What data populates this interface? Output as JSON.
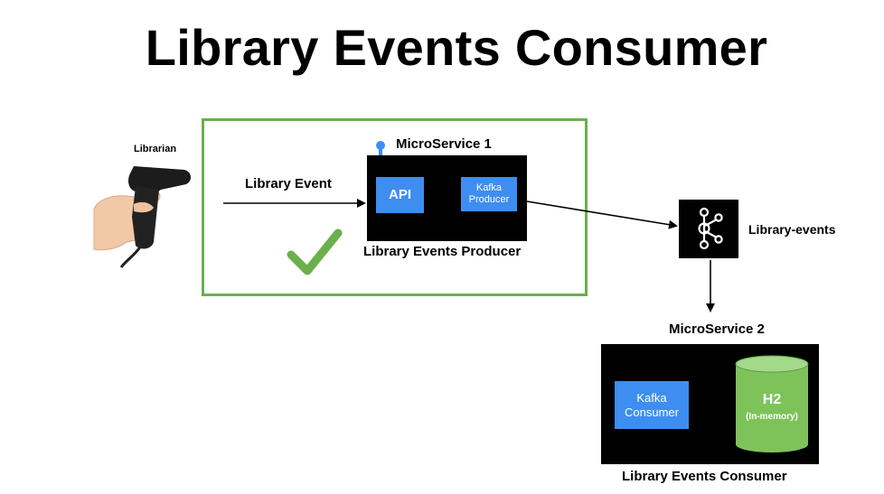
{
  "title": "Library Events Consumer",
  "librarian": {
    "label": "Librarian"
  },
  "event_label": "Library Event",
  "producer": {
    "service_label": "MicroService 1",
    "api_label": "API",
    "kafka_producer_line1": "Kafka",
    "kafka_producer_line2": "Producer",
    "caption": "Library Events Producer"
  },
  "kafka": {
    "topic_label": "Library-events"
  },
  "consumer": {
    "service_label": "MicroService 2",
    "kafka_consumer_line1": "Kafka",
    "kafka_consumer_line2": "Consumer",
    "db_label": "H2",
    "db_sublabel": "(In-memory)",
    "caption": "Library Events Consumer"
  },
  "colors": {
    "green": "#6ab04c",
    "blue": "#3d8ef0",
    "db_green": "#7dc35a",
    "black": "#000000"
  }
}
